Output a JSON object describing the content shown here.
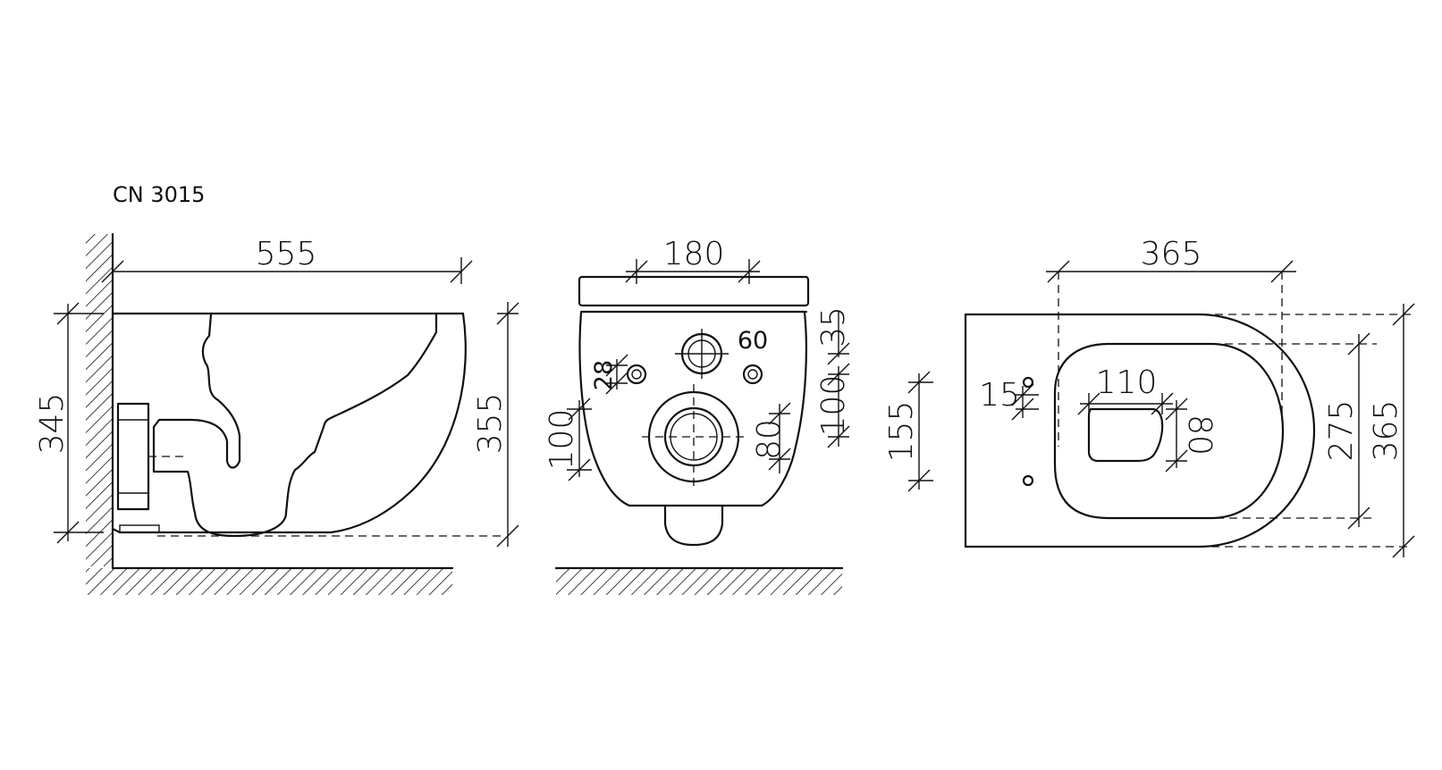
{
  "model": "CN 3015",
  "side_view": {
    "length": "555",
    "height_rear": "345",
    "height_front": "355"
  },
  "front_view": {
    "top_width": "180",
    "pipe_diameter": "60",
    "top_offset": "35",
    "bolt_hole": "28",
    "left_height": "100",
    "right_height": "100",
    "outlet_height": "80"
  },
  "top_view": {
    "width_top": "365",
    "hole_offset": "15",
    "hole_spacing": "155",
    "opening_width": "110",
    "opening_depth": "80",
    "inner_depth": "275",
    "outer_depth": "365"
  },
  "colors": {
    "line": "#111111",
    "background": "#ffffff"
  }
}
